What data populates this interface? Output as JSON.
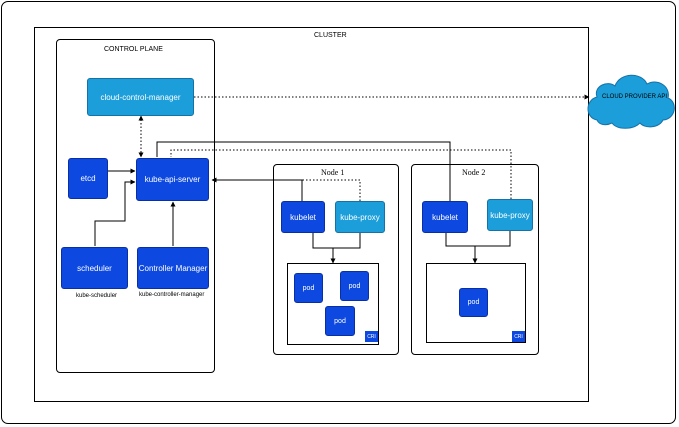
{
  "cluster_label": "CLUSTER",
  "control_plane": {
    "title": "CONTROL PLANE",
    "cloud_controller_manager": "cloud-control-manager",
    "etcd": "etcd",
    "kube_api_server": "kube-api-server",
    "scheduler": "scheduler",
    "scheduler_caption": "kube-scheduler",
    "controller_manager": "Controller Manager",
    "controller_manager_caption": "kube-controller-manager"
  },
  "cloud": {
    "label": "CLOUD PROVIDER API",
    "color": "#1b9ed9"
  },
  "nodes": [
    {
      "title": "Node 1",
      "kubelet": "kubelet",
      "kube_proxy": "kube-proxy",
      "pods": [
        "pod",
        "pod",
        "pod"
      ],
      "cri": "CRI"
    },
    {
      "title": "Node 2",
      "kubelet": "kubelet",
      "kube_proxy": "kube-proxy",
      "pods": [
        "pod"
      ],
      "cri": "CRI"
    }
  ],
  "colors": {
    "component_blue": "#0d49e0",
    "component_light": "#1b9ed9"
  }
}
